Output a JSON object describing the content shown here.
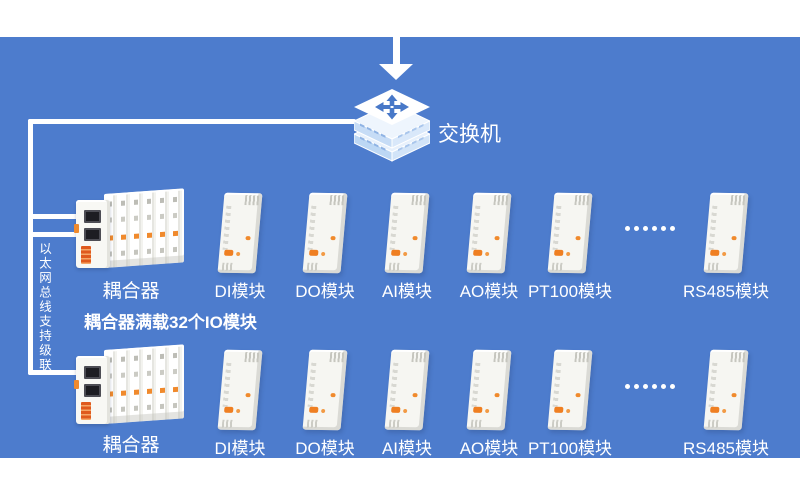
{
  "colors": {
    "background_blue": "#4d7ccd",
    "frame_white": "#ffffff",
    "accent_orange": "#f08a2d",
    "switch_light_blue": "#c6dcf6",
    "module_body": "#f6f6f2"
  },
  "switch": {
    "label": "交换机"
  },
  "bus_note": {
    "text": "以太网总线支持级联"
  },
  "caption": {
    "text": "耦合器满载32个IO模块"
  },
  "ellipsis": "……",
  "row_top": {
    "coupler_label": "耦合器",
    "module_labels": [
      "DI模块",
      "DO模块",
      "AI模块",
      "AO模块",
      "PT100模块",
      "RS485模块"
    ]
  },
  "row_bottom": {
    "coupler_label": "耦合器",
    "module_labels": [
      "DI模块",
      "DO模块",
      "AI模块",
      "AO模块",
      "PT100模块",
      "RS485模块"
    ]
  }
}
